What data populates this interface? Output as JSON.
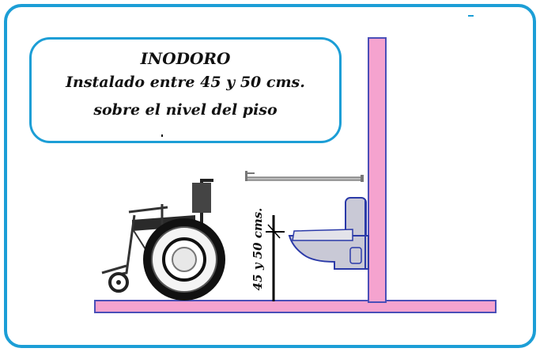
{
  "callout": {
    "title": "INODORO",
    "line2": "Instalado entre 45 y 50 cms.",
    "line3": "sobre el nivel del piso"
  },
  "dimension": {
    "label": "45 y 50 cms."
  },
  "colors": {
    "frame_border": "#1c9ed6",
    "wall_fill": "#f5a3cf",
    "wall_stroke": "#4a4fb8",
    "toilet_fill": "#c9c9d6",
    "toilet_stroke": "#2b3aa8"
  },
  "icons": [
    "wheelchair-icon",
    "toilet-icon",
    "grab-bar-icon"
  ]
}
